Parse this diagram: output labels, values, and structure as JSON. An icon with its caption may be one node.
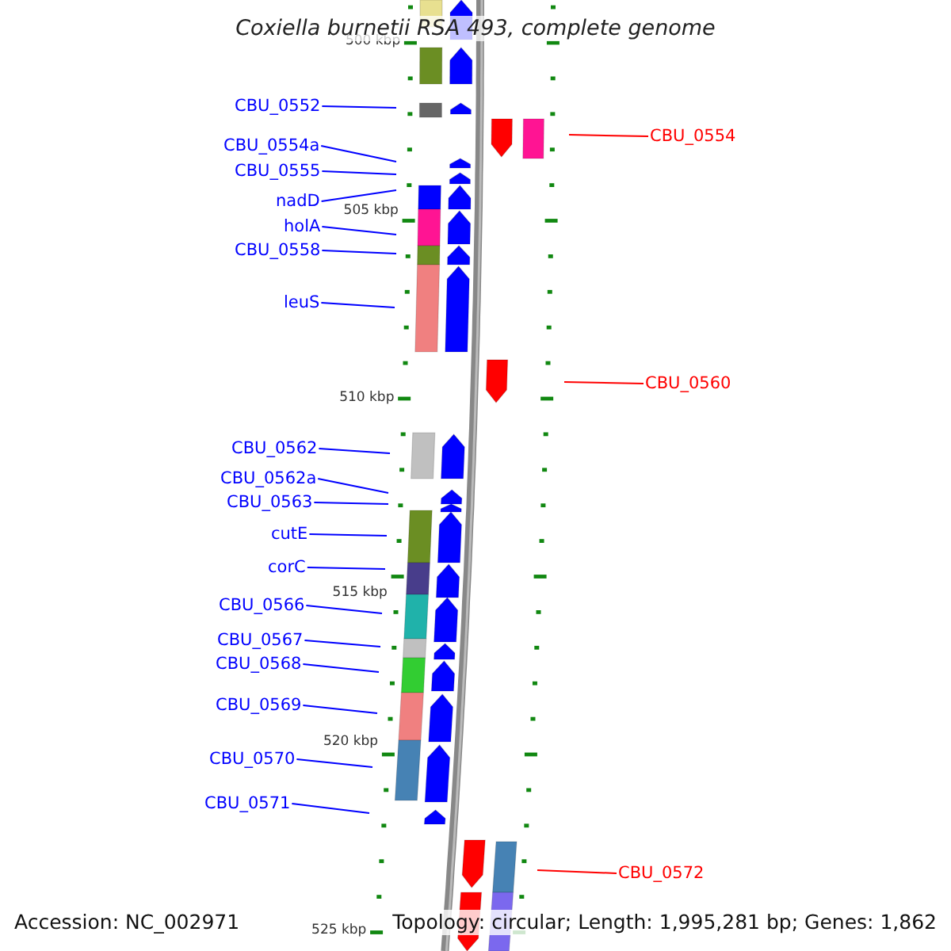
{
  "diagram": {
    "title": "Coxiella burnetii RSA 493, complete genome",
    "nodes": [
      {
        "text": [
          "CBU_0552"
        ]
      },
      {
        "text": [
          "CBU_0554"
        ]
      },
      {
        "text": [
          "CBU_0554a"
        ]
      },
      {
        "text": [
          "CBU_0555"
        ]
      },
      {
        "text": [
          "nadD"
        ]
      },
      {
        "text": [
          "holA"
        ]
      },
      {
        "text": [
          "CBU_0558"
        ]
      },
      {
        "text": [
          "leuS"
        ]
      },
      {
        "text": [
          "CBU_0560"
        ]
      },
      {
        "text": [
          "CBU_0562"
        ]
      },
      {
        "text": [
          "CBU_0562a"
        ]
      },
      {
        "text": [
          "CBU_0563"
        ]
      },
      {
        "text": [
          "cutE"
        ]
      },
      {
        "text": [
          "corC"
        ]
      },
      {
        "text": [
          "CBU_0566"
        ]
      },
      {
        "text": [
          "CBU_0567"
        ]
      },
      {
        "text": [
          "CBU_0568"
        ]
      },
      {
        "text": [
          "CBU_0569"
        ]
      },
      {
        "text": [
          "CBU_0570"
        ]
      },
      {
        "text": [
          "CBU_0571"
        ]
      },
      {
        "text": [
          "CBU_0572"
        ]
      }
    ],
    "edges": [
      {
        "from": 0,
        "to": null,
        "arrow": "none"
      },
      {
        "from": 1,
        "to": null,
        "arrow": "none",
        "color": "#ff0000"
      },
      {
        "from": 2,
        "to": null,
        "arrow": "none"
      },
      {
        "from": 3,
        "to": null,
        "arrow": "none"
      },
      {
        "from": 4,
        "to": null,
        "arrow": "none"
      },
      {
        "from": 5,
        "to": null,
        "arrow": "none"
      },
      {
        "from": 6,
        "to": null,
        "arrow": "none"
      },
      {
        "from": 7,
        "to": null,
        "arrow": "none"
      },
      {
        "from": 8,
        "to": null,
        "arrow": "none",
        "color": "#ff0000"
      },
      {
        "from": 9,
        "to": null,
        "arrow": "none"
      },
      {
        "from": 10,
        "to": null,
        "arrow": "none"
      },
      {
        "from": 11,
        "to": null,
        "arrow": "none"
      },
      {
        "from": 12,
        "to": null,
        "arrow": "none"
      },
      {
        "from": 13,
        "to": null,
        "arrow": "none"
      },
      {
        "from": 14,
        "to": null,
        "arrow": "none"
      },
      {
        "from": 15,
        "to": null,
        "arrow": "none"
      },
      {
        "from": 16,
        "to": null,
        "arrow": "none"
      },
      {
        "from": 17,
        "to": null,
        "arrow": "none"
      },
      {
        "from": 18,
        "to": null,
        "arrow": "none"
      },
      {
        "from": 19,
        "to": null,
        "arrow": "none"
      },
      {
        "from": 20,
        "to": null,
        "arrow": "none",
        "color": "#ff0000"
      }
    ],
    "labels": [
      "500 kbp",
      "505 kbp",
      "510 kbp",
      "515 kbp",
      "520 kbp",
      "525 kbp",
      "Accession: NC_002971",
      "Topology: circular; Length: 1,995,281 bp; Genes: 1,862"
    ]
  }
}
